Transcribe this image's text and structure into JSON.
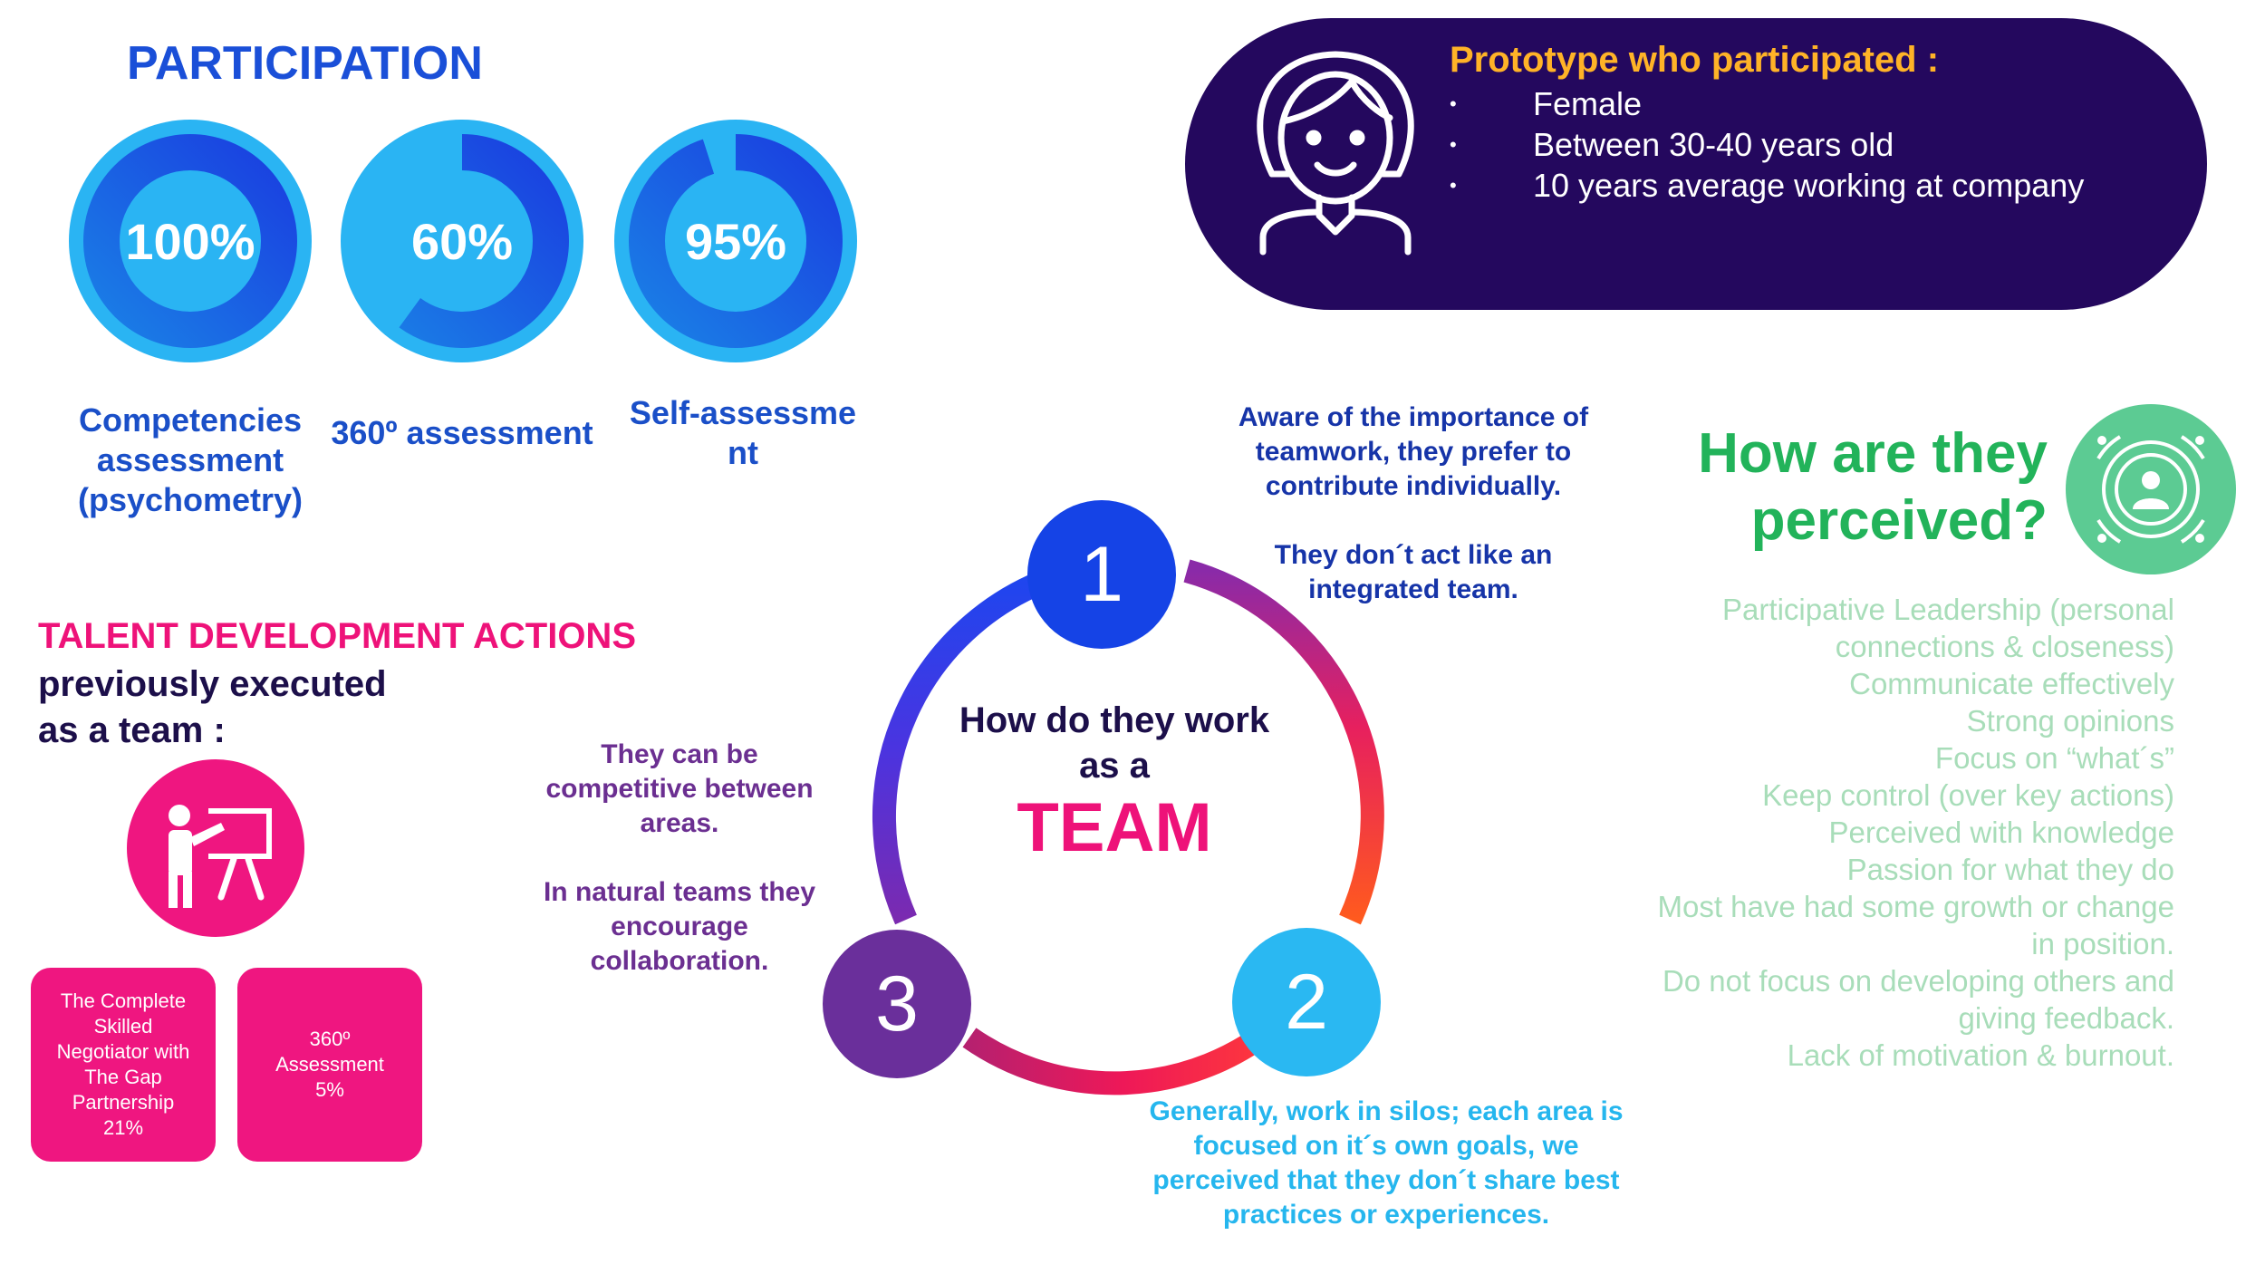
{
  "participation": {
    "title": "PARTICIPATION",
    "items": [
      {
        "value": "100%",
        "fraction": 1.0,
        "label_lines": [
          "Competencies",
          "assessment",
          "(psychometry)"
        ]
      },
      {
        "value": "60%",
        "fraction": 0.6,
        "label_lines": [
          "360º assessment"
        ]
      },
      {
        "value": "95%",
        "fraction": 0.95,
        "label_lines": [
          "Self-assessme",
          "nt"
        ]
      }
    ]
  },
  "prototype": {
    "title": "Prototype who participated :",
    "items": [
      "Female",
      "Between 30-40 years old",
      "10 years average working at company"
    ],
    "icon": "woman-avatar-icon"
  },
  "talent": {
    "title": "TALENT DEVELOPMENT ACTIONS",
    "subtitle_lines": [
      "previously executed",
      "as a team :"
    ],
    "icon": "presentation-icon",
    "cards": [
      {
        "lines": [
          "The Complete",
          "Skilled",
          "Negotiator with",
          "The Gap",
          "Partnership",
          "21%"
        ]
      },
      {
        "lines": [
          "360º",
          "Assessment",
          "5%"
        ]
      }
    ]
  },
  "team": {
    "question_lines": [
      "How do they work",
      "as a"
    ],
    "highlight": "TEAM",
    "numbers": [
      "1",
      "2",
      "3"
    ],
    "colors": {
      "one": "#1543e6",
      "two": "#2ab8f2",
      "three": "#6a2f9b"
    },
    "note1": {
      "lines": [
        "Aware of the importance of",
        "teamwork, they prefer to",
        "contribute individually.",
        "",
        "They don´t act like an",
        "integrated team."
      ]
    },
    "note2": {
      "lines": [
        "Generally, work in silos; each area is",
        "focused on it´s own goals, we",
        "perceived that they don´t share best",
        "practices or experiences."
      ]
    },
    "note3": {
      "lines": [
        "They can be",
        "competitive between",
        "areas.",
        "",
        "In natural teams they",
        "encourage",
        "collaboration."
      ]
    }
  },
  "perceived": {
    "title_lines": [
      "How are they",
      "perceived?"
    ],
    "icon": "target-person-icon",
    "items": [
      "Participative Leadership (personal",
      "connections & closeness)",
      "Communicate effectively",
      "Strong opinions",
      "Focus on “what´s”",
      "Keep control (over key actions)",
      "Perceived with knowledge",
      "Passion for what they do",
      "Most have had some growth or change",
      "in position.",
      "Do not focus on developing others and",
      "giving feedback.",
      "Lack of motivation & burnout."
    ]
  }
}
